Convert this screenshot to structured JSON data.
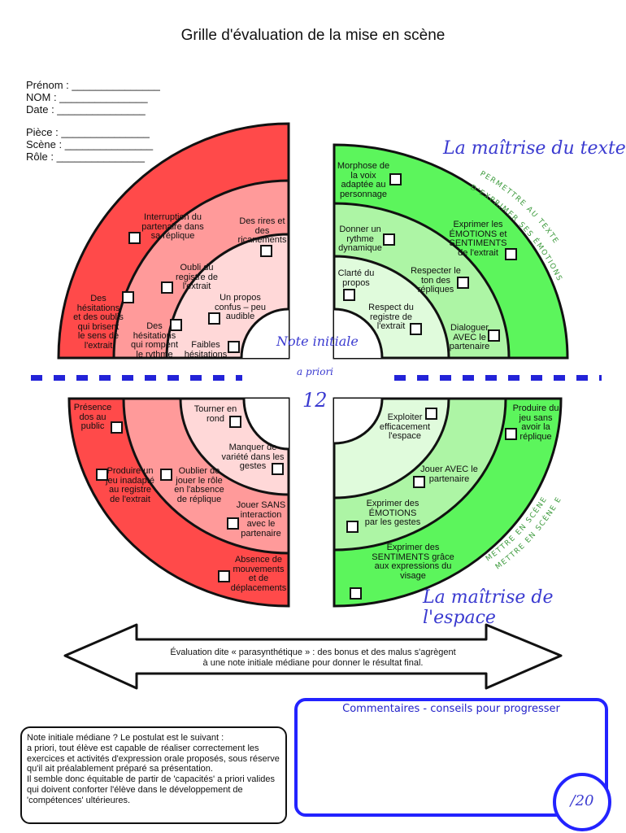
{
  "title": "Grille d'évaluation de la mise en scène",
  "fields": [
    "Prénom : _______________",
    "NOM : _______________",
    "Date : _______________",
    "Pièce : _______________",
    "Scène : _______________",
    "Rôle : _______________"
  ],
  "sections": {
    "texte": "La maîtrise du texte",
    "texte_sub1": "PERMETTRE AU TEXTE",
    "texte_sub2": "D'EXPRIMER SES ÉMOTIONS",
    "espace": "La maîtrise de l'espace",
    "espace_sub1": "METTRE EN SCÈNE ET SE",
    "espace_sub2": "METTRE EN SCÈNE"
  },
  "note_initiale": {
    "label": "Note initiale",
    "sub": "a priori",
    "value": "12"
  },
  "red_top": [
    "Interruption du partenaire dans sa réplique",
    "Des rires et des ricanements",
    "Oubli du registre de l'extrait",
    "Un propos confus – peu audible",
    "Des hésitations et des oublis qui brisent le sens de l'extrait",
    "Des hésitations qui rompent le rythme",
    "Faibles hésitations"
  ],
  "green_top": [
    "Morphose de la voix adaptée au personnage",
    "Donner un rythme dynamique",
    "Exprimer les ÉMOTIONS et SENTIMENTS de l'extrait",
    "Clarté du propos",
    "Respecter le ton des répliques",
    "Respect du registre de l'extrait",
    "Dialoguer AVEC le partenaire"
  ],
  "red_bottom": [
    "Présence dos au public",
    "Tourner en rond",
    "Manquer de variété dans les gestes",
    "Produire un jeu inadapté au registre de l'extrait",
    "Oublier de jouer le rôle en l'absence de réplique",
    "Jouer SANS interaction avec le partenaire",
    "Absence de mouvements et de déplacements"
  ],
  "green_bottom": [
    "Exploiter efficacement l'espace",
    "Produire du jeu sans avoir la réplique",
    "Jouer AVEC le partenaire",
    "Exprimer des ÉMOTIONS par les gestes",
    "Exprimer des SENTIMENTS grâce aux expressions du visage"
  ],
  "arrow_text": [
    "Évaluation dite « parasynthétique » : des bonus et des malus s'agrègent",
    "à une note initiale médiane pour donner le résultat final."
  ],
  "note_box": [
    "Note initiale médiane  ? Le postulat est le suivant :",
    " a priori, tout élève est capable de réaliser correctement les exercices et activités d'expression orale proposés, sous réserve qu'il ait préalablement préparé sa présentation.",
    "Il semble donc équitable de partir de 'capacités' a priori valides qui doivent conforter l'élève dans le développement de 'compétences' ultérieures."
  ],
  "comments_title": "Commentaires - conseils pour progresser",
  "score": "/20",
  "colors": {
    "red_dark": "#ff4a4a",
    "red_mid": "#ff9a9a",
    "red_light": "#ffd8d8",
    "green_dark": "#5cf55c",
    "green_mid": "#adf5a5",
    "green_light": "#e0fbdc",
    "blue": "#2323ff"
  }
}
